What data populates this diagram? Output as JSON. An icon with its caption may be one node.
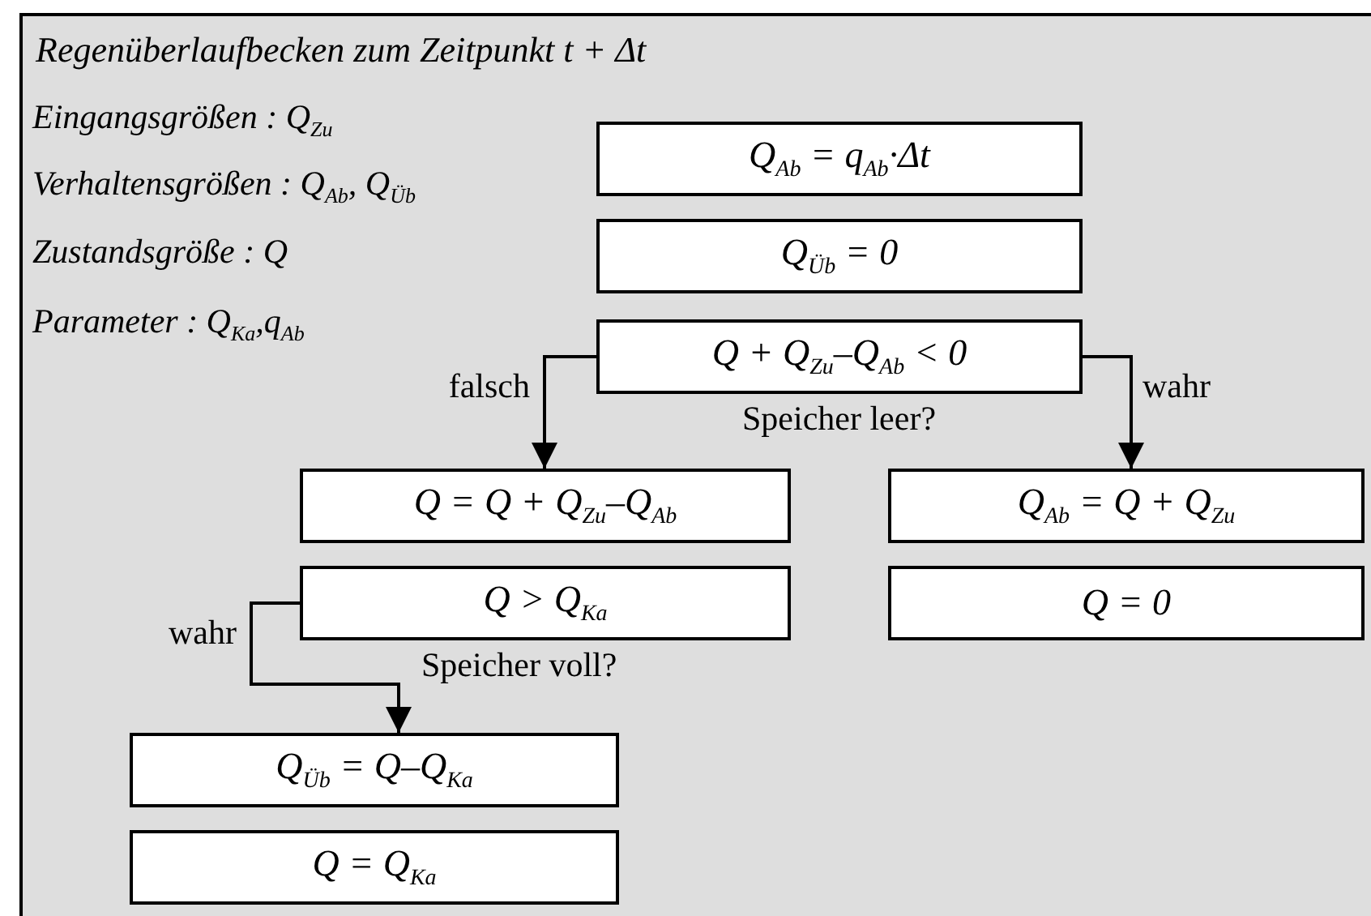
{
  "diagram": {
    "nodes": [
      {
        "text": [
          "Regenüberlaufbecken zum Zeitpunkt t + Δt"
        ]
      },
      {
        "text": [
          "Q$_{Ab}$ = q$_{Ab}$·Δt"
        ],
        "in": 0
      },
      {
        "text": [
          "Q$_{Üb}$ = 0"
        ],
        "in": 0
      },
      {
        "text": [
          "Q + Q$_{Zu}$–Q$_{Ab}$ < 0"
        ],
        "beside": [
          "Speicher leer?"
        ],
        "in": 0
      },
      {
        "text": [
          "Q = Q + Q$_{Zu}$–Q$_{Ab}$"
        ],
        "in": 0
      },
      {
        "text": [
          "Q$_{Ab}$ = Q + Q$_{Zu}$"
        ],
        "in": 0
      },
      {
        "text": [
          "Q > Q$_{Ka}$"
        ],
        "beside": [
          "Speicher voll?"
        ],
        "in": 0
      },
      {
        "text": [
          "Q = 0"
        ],
        "in": 0
      },
      {
        "text": [
          "Q$_{Üb}$ = Q–Q$_{Ka}$"
        ],
        "in": 0
      },
      {
        "text": [
          "Q = Q$_{Ka}$"
        ],
        "in": 0
      }
    ],
    "edges": [
      {
        "from": 3,
        "to": 4,
        "arrow": "to",
        "label": "falsch"
      },
      {
        "from": 3,
        "to": 5,
        "arrow": "to",
        "label": "wahr"
      },
      {
        "from": 6,
        "to": 8,
        "arrow": "to",
        "label": "wahr"
      }
    ],
    "labels": [
      "Eingangsgrößen : Q$_{Zu}$",
      "Verhaltensgrößen : Q$_{Ab}$, Q$_{Üb}$",
      "Zustandsgröße : Q",
      "Parameter : Q$_{Ka}$,q$_{Ab}$"
    ]
  }
}
